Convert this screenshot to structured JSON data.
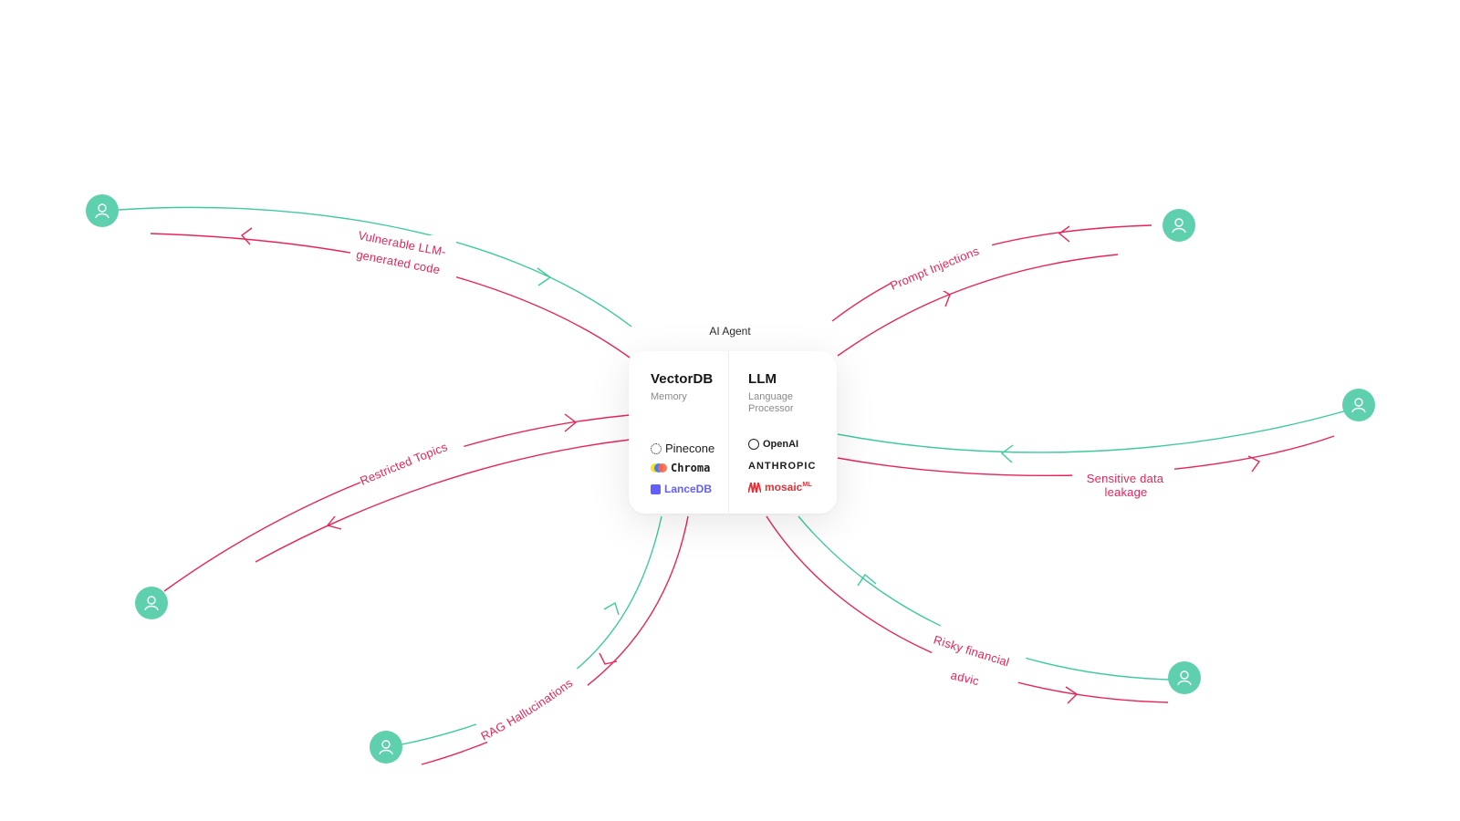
{
  "agent": {
    "title": "AI Agent",
    "memory": {
      "title": "VectorDB",
      "subtitle": "Memory",
      "logos": [
        {
          "name": "Pinecone",
          "color": "#1c1c1c"
        },
        {
          "name": "Chroma",
          "color": "#1c1c1c"
        },
        {
          "name": "LanceDB",
          "color": "#625eff"
        }
      ]
    },
    "llm": {
      "title": "LLM",
      "subtitle_line1": "Language",
      "subtitle_line2": "Processor",
      "logos": [
        {
          "name": "OpenAI",
          "color": "#1c1c1c"
        },
        {
          "name": "ANTHROPIC",
          "color": "#1c1c1c"
        },
        {
          "name": "mosaic",
          "superscript": "ML",
          "color": "#e0323a"
        }
      ]
    }
  },
  "flows": [
    {
      "label_lines": [
        "Vulnerable LLM-",
        "generated code"
      ],
      "user_icon": "user-icon"
    },
    {
      "label_lines": [
        "Prompt Injections"
      ],
      "user_icon": "user-icon"
    },
    {
      "label_lines": [
        "Restricted Topics"
      ],
      "user_icon": "user-icon"
    },
    {
      "label_lines": [
        "Sensitive data",
        "leakage"
      ],
      "user_icon": "user-icon"
    },
    {
      "label_lines": [
        "RAG Hallucinations"
      ],
      "user_icon": "user-icon"
    },
    {
      "label_lines": [
        "Risky financial",
        "advice"
      ],
      "user_icon": "user-icon"
    }
  ],
  "colors": {
    "request": "#3ec9a0",
    "response": "#e8245a",
    "user_node": "#5fd0ad",
    "label": "#e8245a"
  }
}
